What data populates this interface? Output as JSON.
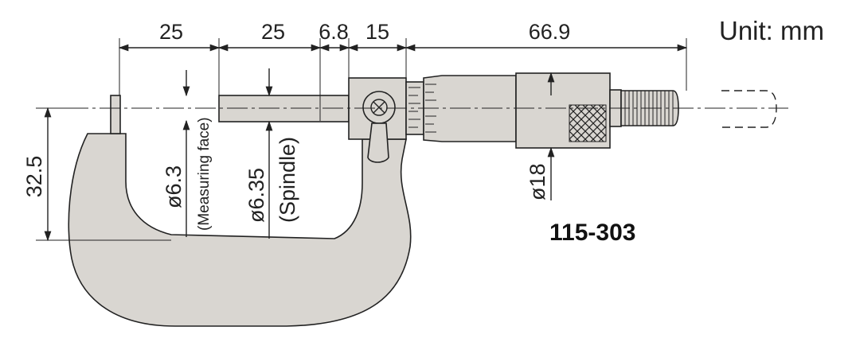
{
  "unit_label": "Unit: mm",
  "model_number": "115-303",
  "dimensions": {
    "top_1": "25",
    "top_2": "25",
    "top_3": "6.8",
    "top_4": "15",
    "top_5": "66.9",
    "frame_height": "32.5",
    "measuring_face_dia": "ø6.3",
    "measuring_face_label": "(Measuring face)",
    "spindle_dia": "ø6.35",
    "spindle_label": "(Spindle)",
    "thimble_dia": "ø18"
  },
  "colors": {
    "part_fill": "#d9d6d1",
    "line": "#222222",
    "background": "#ffffff"
  }
}
